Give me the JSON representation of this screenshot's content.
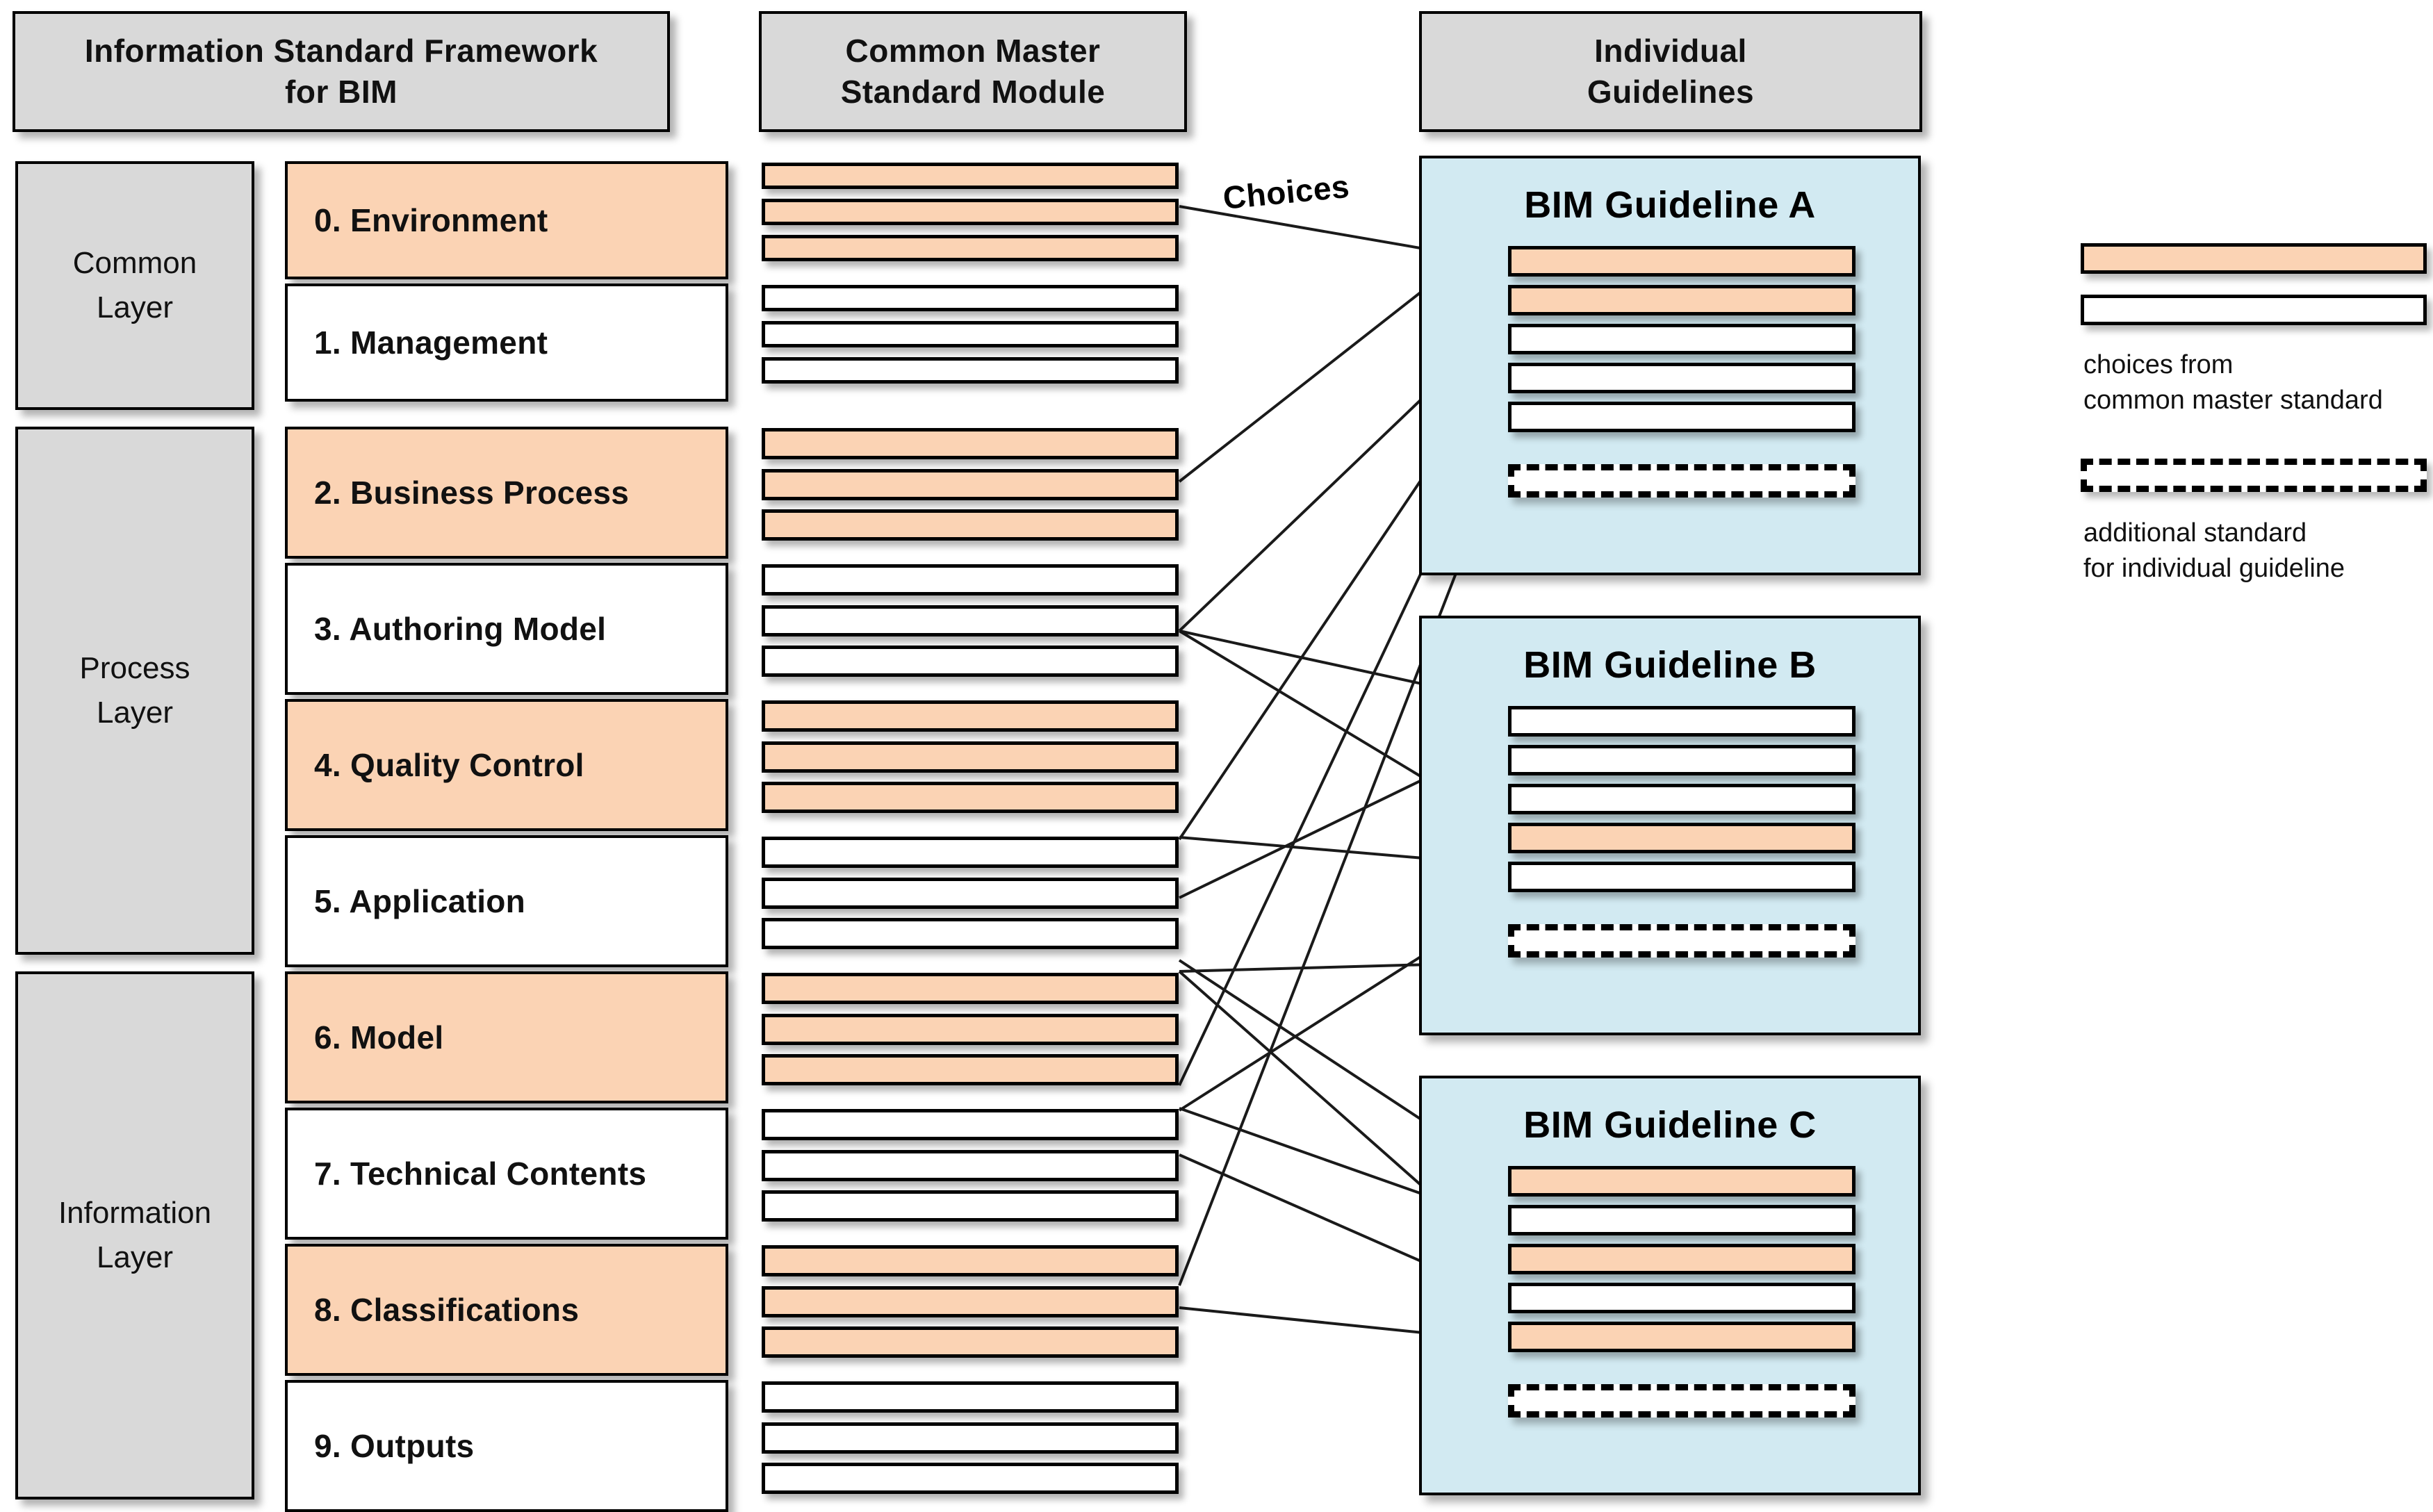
{
  "headers": [
    {
      "id": "framework",
      "line1": "Information Standard Framework",
      "line2": "for BIM"
    },
    {
      "id": "master-standard",
      "line1": "Common Master",
      "line2": "Standard Module"
    },
    {
      "id": "individual",
      "line1": "Individual",
      "line2": "Guidelines"
    }
  ],
  "layers": [
    {
      "id": "common",
      "line1": "Common",
      "line2": "Layer"
    },
    {
      "id": "process",
      "line1": "Process",
      "line2": "Layer"
    },
    {
      "id": "information",
      "line1": "Information",
      "line2": "Layer"
    }
  ],
  "modules": [
    {
      "label": "0. Environment",
      "selected": true
    },
    {
      "label": "1. Management",
      "selected": false
    },
    {
      "label": "2. Business Process",
      "selected": true
    },
    {
      "label": "3. Authoring Model",
      "selected": false
    },
    {
      "label": "4. Quality Control",
      "selected": true
    },
    {
      "label": "5. Application",
      "selected": false
    },
    {
      "label": "6. Model",
      "selected": true
    },
    {
      "label": "7. Technical Contents",
      "selected": false
    },
    {
      "label": "8. Classifications",
      "selected": true
    },
    {
      "label": "9. Outputs",
      "selected": false
    }
  ],
  "master_bars": [
    true,
    true,
    true,
    false,
    false,
    false,
    true,
    true,
    true,
    false,
    false,
    false,
    true,
    true,
    true,
    false,
    false,
    false,
    true,
    true,
    true,
    false,
    false,
    false,
    true,
    true,
    true,
    false,
    false,
    false
  ],
  "choices_label": "Choices",
  "guidelines": [
    {
      "title": "BIM Guideline A",
      "bars": [
        "sel",
        "sel",
        "plain",
        "plain",
        "plain"
      ],
      "additional": true
    },
    {
      "title": "BIM Guideline B",
      "bars": [
        "plain",
        "plain",
        "plain",
        "sel",
        "plain"
      ],
      "additional": true
    },
    {
      "title": "BIM Guideline C",
      "bars": [
        "sel",
        "plain",
        "sel",
        "plain",
        "sel"
      ],
      "additional": true
    }
  ],
  "legend": [
    {
      "swatches": [
        "sel",
        "plain"
      ],
      "line1": "choices from",
      "line2": "common master standard"
    },
    {
      "swatches": [
        "add"
      ],
      "line1": "additional standard",
      "line2": "for individual guideline"
    }
  ],
  "colors": {
    "selected_fill": "#fbd3b4",
    "plain_fill": "#ffffff",
    "header_fill": "#d9d9d9",
    "guideline_fill": "#d2eaf2",
    "stroke": "#000000"
  }
}
